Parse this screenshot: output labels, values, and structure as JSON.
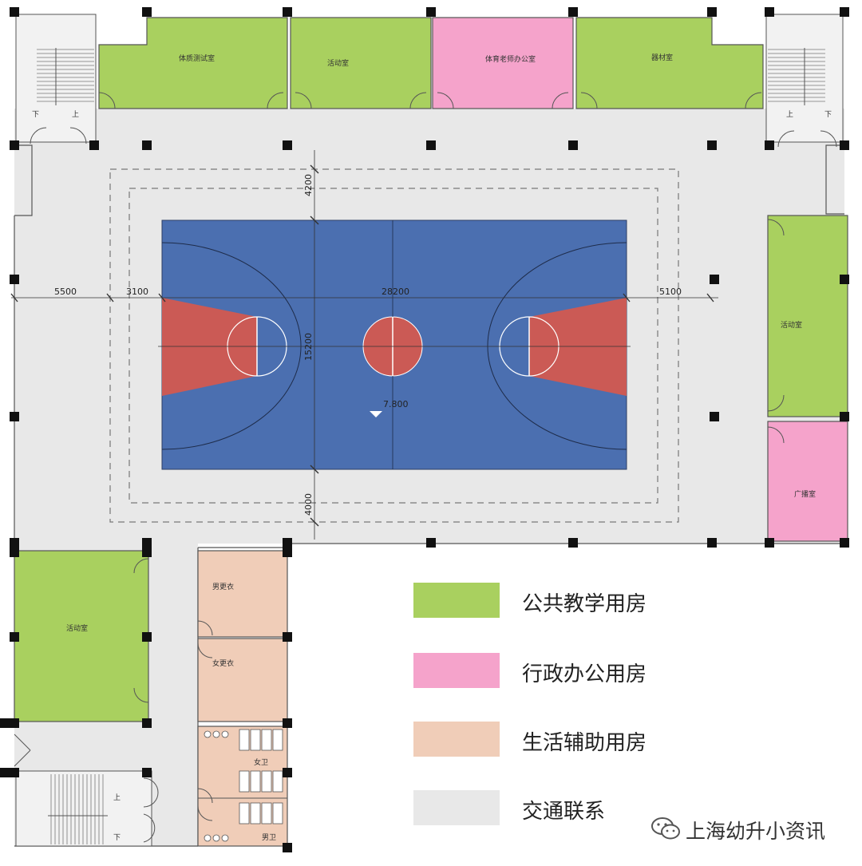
{
  "colors": {
    "teaching": "#a9d05f",
    "admin": "#f5a3cb",
    "support": "#f0cdb8",
    "traffic": "#e8e8e8",
    "court_blue": "#4b6fb0",
    "court_red": "#cb5a55"
  },
  "rooms": {
    "tizhi_ceshi": "体质测试室",
    "huodong_top": "活动室",
    "tiyu_laoshi": "体育老师办公室",
    "qicai": "器材室",
    "huodong_right": "活动室",
    "guangbo": "广播室",
    "huodong_left": "活动室",
    "nan_gengyi": "男更衣",
    "nv_gengyi": "女更衣",
    "nv_wc": "女卫",
    "nan_wc": "男卫"
  },
  "stairs": {
    "up": "上",
    "down": "下"
  },
  "dimensions": {
    "d5500": "5500",
    "d3100": "3100",
    "d28200": "28200",
    "d5100": "5100",
    "d4200": "4200",
    "d15200": "15200",
    "d4000": "4000",
    "elevation": "7.800"
  },
  "legend": [
    {
      "label": "公共教学用房",
      "color": "#a9d05f"
    },
    {
      "label": "行政办公用房",
      "color": "#f5a3cb"
    },
    {
      "label": "生活辅助用房",
      "color": "#f0cdb8"
    },
    {
      "label": "交通联系",
      "color": "#e8e8e8"
    }
  ],
  "watermark": {
    "text": "上海幼升小资讯",
    "icon": "wechat-icon"
  }
}
